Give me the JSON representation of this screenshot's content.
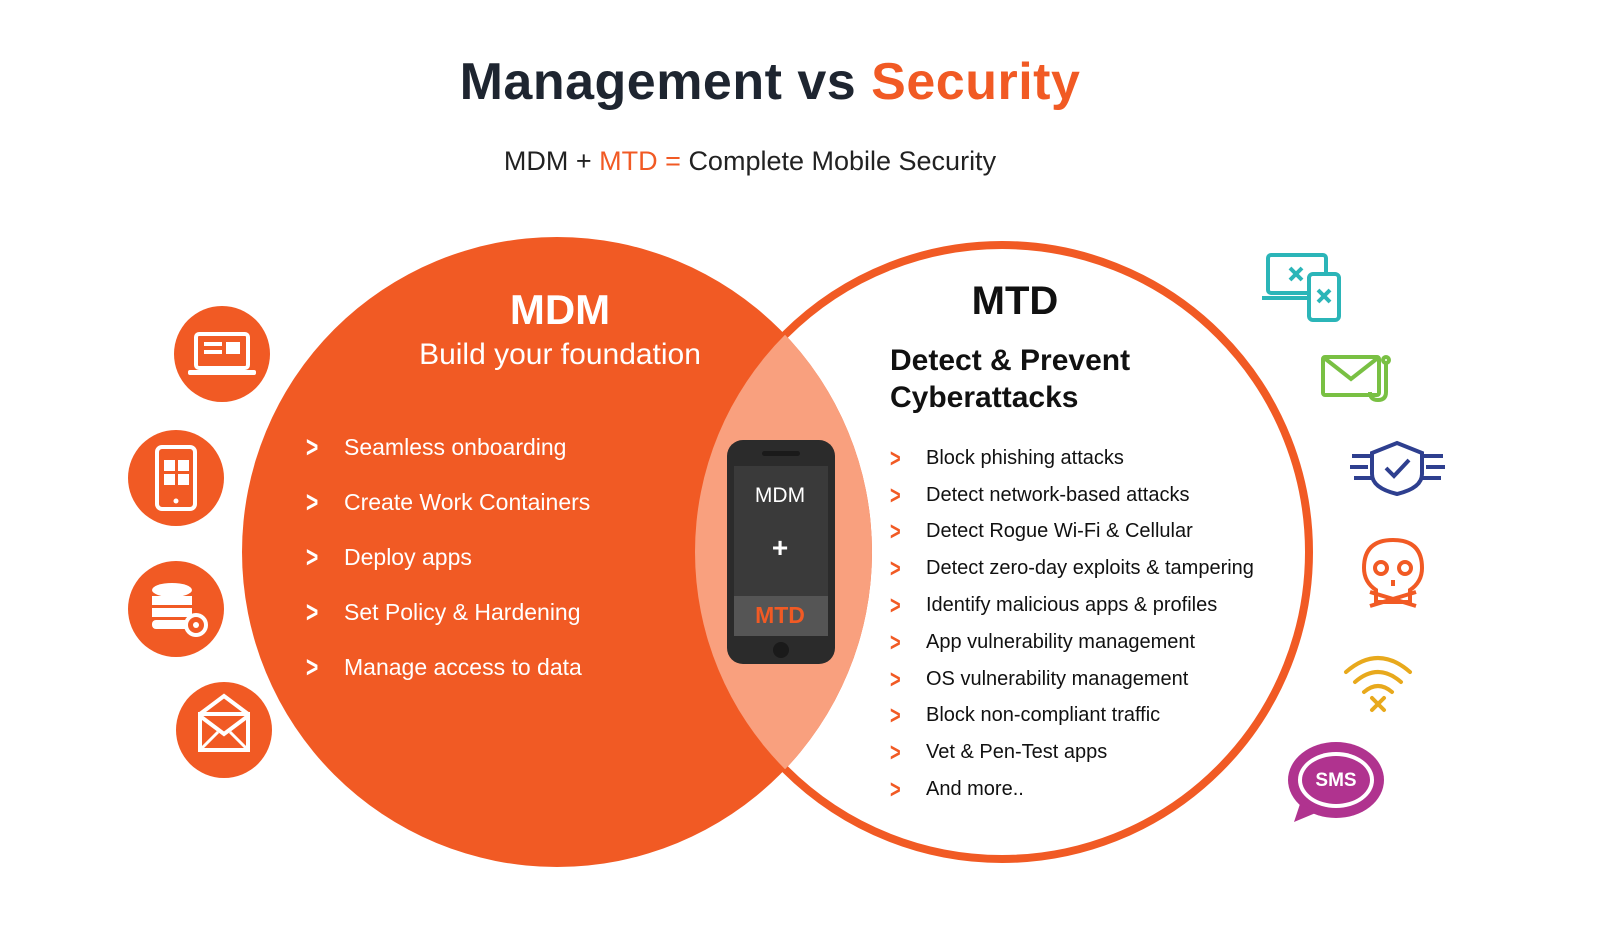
{
  "title": {
    "part1": "Management vs ",
    "part2": "Security"
  },
  "subtitle": {
    "mdm": "MDM + ",
    "mtd": "MTD = ",
    "rest": "Complete Mobile Security"
  },
  "mdm": {
    "heading": "MDM",
    "subheading": "Build your foundation",
    "items": [
      "Seamless onboarding",
      "Create Work Containers",
      "Deploy apps",
      "Set Policy & Hardening",
      "Manage access to data"
    ]
  },
  "mtd": {
    "heading": "MTD",
    "subheading_line1": "Detect & Prevent",
    "subheading_line2": "Cyberattacks",
    "items": [
      "Block phishing attacks",
      "Detect network-based attacks",
      "Detect Rogue Wi-Fi & Cellular",
      "Detect zero-day exploits & tampering",
      "Identify malicious apps & profiles",
      "App vulnerability management",
      "OS vulnerability management",
      "Block non-compliant traffic",
      "Vet & Pen-Test apps",
      "And more.."
    ]
  },
  "phone": {
    "top": "MDM",
    "plus": "+",
    "bottom": "MTD"
  },
  "left_icons": [
    "laptop-icon",
    "tablet-apps-icon",
    "database-settings-icon",
    "email-icon"
  ],
  "right_icons": [
    "blocked-devices-icon",
    "phishing-email-icon",
    "shield-check-icon",
    "skull-icon",
    "blocked-wifi-icon",
    "sms-icon"
  ],
  "sms_label": "SMS",
  "colors": {
    "accent": "#f15a24",
    "overlap": "#f9a07e",
    "teal": "#2bb5b8",
    "green": "#79c043",
    "navy": "#2e3f8f",
    "orange": "#f15a24",
    "yellow": "#e8a91c",
    "magenta": "#b0338f",
    "dark": "#1e2530"
  }
}
